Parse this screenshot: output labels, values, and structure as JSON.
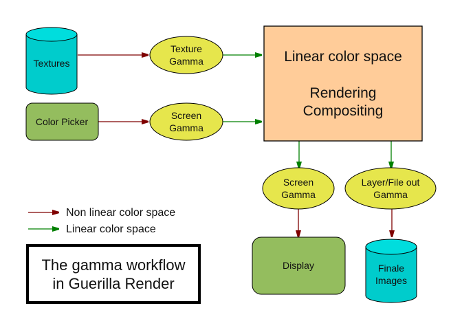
{
  "diagram": {
    "title_box": {
      "line1": "The gamma workflow",
      "line2": "in Guerilla Render"
    },
    "colors": {
      "non_linear_arrow": "#7f0000",
      "linear_arrow": "#008000",
      "cylinder_fill": "#00cccc",
      "cylinder_top": "#00dddd",
      "process_box_fill": "#94bd5e",
      "gamma_ellipse_fill": "#e6e64c",
      "main_box_fill": "#ffcc99"
    },
    "nodes": {
      "textures": {
        "label": "Textures",
        "shape": "cylinder"
      },
      "color_picker": {
        "label": "Color Picker",
        "shape": "rounded-rect"
      },
      "texture_gamma": {
        "line1": "Texture",
        "line2": "Gamma",
        "shape": "ellipse"
      },
      "screen_gamma_in": {
        "line1": "Screen",
        "line2": "Gamma",
        "shape": "ellipse"
      },
      "main": {
        "line1": "Linear color space",
        "line2": "Rendering",
        "line3": "Compositing",
        "shape": "rect"
      },
      "screen_gamma_out": {
        "line1": "Screen",
        "line2": "Gamma",
        "shape": "ellipse"
      },
      "layer_gamma": {
        "line1": "Layer/File out",
        "line2": "Gamma",
        "shape": "ellipse"
      },
      "display": {
        "label": "Display",
        "shape": "rounded-rect"
      },
      "finale_images": {
        "line1": "Finale",
        "line2": "Images",
        "shape": "cylinder"
      }
    },
    "edges": [
      {
        "from": "textures",
        "to": "texture_gamma",
        "kind": "non-linear"
      },
      {
        "from": "color_picker",
        "to": "screen_gamma_in",
        "kind": "non-linear"
      },
      {
        "from": "texture_gamma",
        "to": "main",
        "kind": "linear"
      },
      {
        "from": "screen_gamma_in",
        "to": "main",
        "kind": "linear"
      },
      {
        "from": "main",
        "to": "screen_gamma_out",
        "kind": "linear"
      },
      {
        "from": "main",
        "to": "layer_gamma",
        "kind": "linear"
      },
      {
        "from": "screen_gamma_out",
        "to": "display",
        "kind": "non-linear"
      },
      {
        "from": "layer_gamma",
        "to": "finale_images",
        "kind": "non-linear"
      }
    ],
    "legend": {
      "non_linear": "Non linear color space",
      "linear": "Linear color space"
    }
  }
}
